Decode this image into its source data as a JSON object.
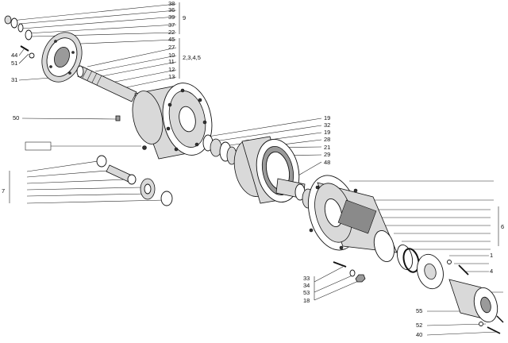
{
  "callouts": {
    "c38": "38",
    "c36": "36",
    "c39": "39",
    "c37": "37",
    "c22": "22",
    "c9": "9",
    "c45": "45",
    "c27": "27",
    "c10": "10",
    "c11": "11",
    "c12": "12",
    "c13": "13",
    "c2345": "2,3,4,5",
    "c44": "44",
    "c51": "51",
    "c31": "31",
    "c50": "50",
    "c7": "7",
    "c19a": "19",
    "c32": "32",
    "c19b": "19",
    "c28": "28",
    "c21": "21",
    "c29": "29",
    "c48": "48",
    "c1": "1",
    "c6": "6",
    "c4": "4",
    "c33": "33",
    "c34": "34",
    "c53": "53",
    "c18": "18",
    "c55": "55",
    "c52": "52",
    "c40": "40"
  }
}
